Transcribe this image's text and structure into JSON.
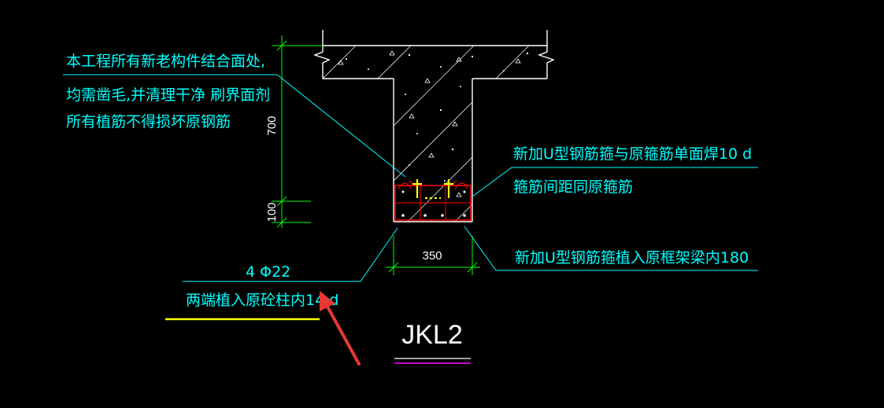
{
  "annotations": {
    "left_note_line1": "本工程所有新老构件结合面处,",
    "left_note_line2": "均需凿毛,并清理干净 刷界面剂",
    "left_note_line3": "所有植筋不得损坏原钢筋",
    "right_note_1_line1": "新加U型钢筋箍与原箍筋单面焊10 d",
    "right_note_1_line2": "箍筋间距同原箍筋",
    "right_note_2": "新加U型钢筋箍植入原框架梁内180",
    "bottom_note_line1": "4 Φ22",
    "bottom_note_line2": "两端植入原砼柱内14 d"
  },
  "dimensions": {
    "height_upper": "700",
    "height_lower": "100",
    "width": "350"
  },
  "title": "JKL2",
  "colors": {
    "background": "#000000",
    "outline": "#ffffff",
    "leader": "#00ffff",
    "dimension": "#00ff00",
    "rebar": "#ff0000",
    "weld": "#ffff00",
    "underline_yellow": "#ffff00",
    "underline_magenta": "#ff00ff",
    "arrow": "#e53935"
  }
}
